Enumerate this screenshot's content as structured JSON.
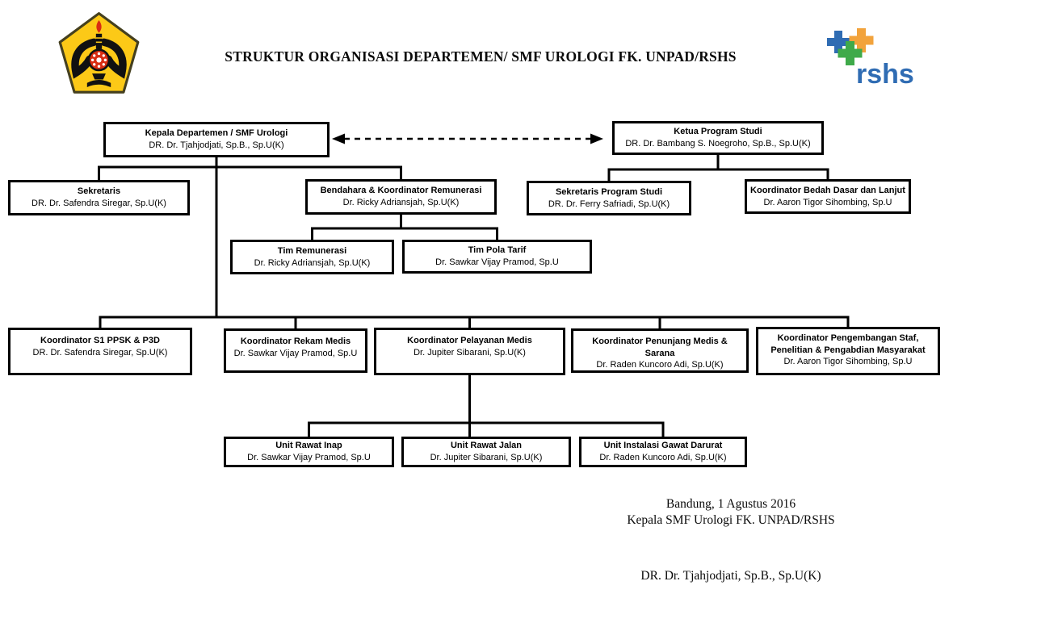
{
  "header": {
    "title": "STRUKTUR ORGANISASI DEPARTEMEN/ SMF UROLOGI FK. UNPAD/RSHS",
    "left_logo": "unpad-university-emblem",
    "right_logo_text": "rshs"
  },
  "colors": {
    "line": "#000000",
    "box_border": "#000000",
    "box_fill": "#ffffff",
    "unpad_yellow": "#fcc917",
    "unpad_red": "#d92c12",
    "rshs_blue": "#2f6cb3",
    "rshs_green": "#3faa4a",
    "rshs_orange": "#f2a33c"
  },
  "chart": {
    "type": "org-chart",
    "nodes": {
      "kepala": {
        "title": "Kepala Departemen / SMF Urologi",
        "person": "DR. Dr. Tjahjodjati, Sp.B., Sp.U(K)"
      },
      "ketua": {
        "title": "Ketua Program Studi",
        "person": "DR. Dr. Bambang S. Noegroho, Sp.B., Sp.U(K)"
      },
      "sekretaris": {
        "title": "Sekretaris",
        "person": "DR. Dr. Safendra Siregar, Sp.U(K)"
      },
      "bendahara": {
        "title": "Bendahara & Koordinator Remunerasi",
        "person": "Dr. Ricky Adriansjah, Sp.U(K)"
      },
      "sekretaris_prodi": {
        "title": "Sekretaris Program Studi",
        "person": "DR. Dr. Ferry Safriadi, Sp.U(K)"
      },
      "koor_bedah": {
        "title": "Koordinator Bedah Dasar dan Lanjut",
        "person": "Dr. Aaron Tigor Sihombing, Sp.U"
      },
      "tim_remunerasi": {
        "title": "Tim Remunerasi",
        "person": "Dr. Ricky Adriansjah, Sp.U(K)"
      },
      "tim_pola_tarif": {
        "title": "Tim Pola Tarif",
        "person": "Dr. Sawkar Vijay Pramod, Sp.U"
      },
      "koor_s1": {
        "title": "Koordinator S1 PPSK & P3D",
        "person": "DR. Dr. Safendra Siregar, Sp.U(K)"
      },
      "koor_rekam": {
        "title": "Koordinator Rekam Medis",
        "person": "Dr. Sawkar Vijay Pramod, Sp.U"
      },
      "koor_pelayanan": {
        "title": "Koordinator Pelayanan Medis",
        "person": "Dr. Jupiter Sibarani, Sp.U(K)"
      },
      "koor_penunjang": {
        "title": "Koordinator Penunjang Medis & Sarana",
        "person": "Dr. Raden Kuncoro Adi, Sp.U(K)"
      },
      "koor_pengembangan": {
        "title": "Koordinator Pengembangan Staf, Penelitian & Pengabdian Masyarakat",
        "person": "Dr. Aaron Tigor Sihombing, Sp.U"
      },
      "unit_inap": {
        "title": "Unit Rawat Inap",
        "person": "Dr. Sawkar Vijay Pramod, Sp.U"
      },
      "unit_jalan": {
        "title": "Unit Rawat Jalan",
        "person": "Dr. Jupiter Sibarani, Sp.U(K)"
      },
      "unit_igd": {
        "title": "Unit Instalasi Gawat Darurat",
        "person": "Dr. Raden Kuncoro Adi, Sp.U(K)"
      }
    },
    "edges": [
      {
        "from": "kepala",
        "to": "ketua",
        "style": "dashed-double-arrow"
      },
      {
        "from": "kepala",
        "to": "sekretaris"
      },
      {
        "from": "kepala",
        "to": "bendahara"
      },
      {
        "from": "bendahara",
        "to": "tim_remunerasi"
      },
      {
        "from": "bendahara",
        "to": "tim_pola_tarif"
      },
      {
        "from": "kepala",
        "to": "koor_s1"
      },
      {
        "from": "kepala",
        "to": "koor_rekam"
      },
      {
        "from": "kepala",
        "to": "koor_pelayanan"
      },
      {
        "from": "kepala",
        "to": "koor_penunjang"
      },
      {
        "from": "kepala",
        "to": "koor_pengembangan"
      },
      {
        "from": "koor_pelayanan",
        "to": "unit_inap"
      },
      {
        "from": "koor_pelayanan",
        "to": "unit_jalan"
      },
      {
        "from": "koor_pelayanan",
        "to": "unit_igd"
      },
      {
        "from": "ketua",
        "to": "sekretaris_prodi"
      },
      {
        "from": "ketua",
        "to": "koor_bedah"
      }
    ]
  },
  "signature": {
    "place_date": "Bandung, 1 Agustus 2016",
    "role": "Kepala SMF Urologi FK. UNPAD/RSHS",
    "name": "DR. Dr. Tjahjodjati, Sp.B., Sp.U(K)"
  }
}
